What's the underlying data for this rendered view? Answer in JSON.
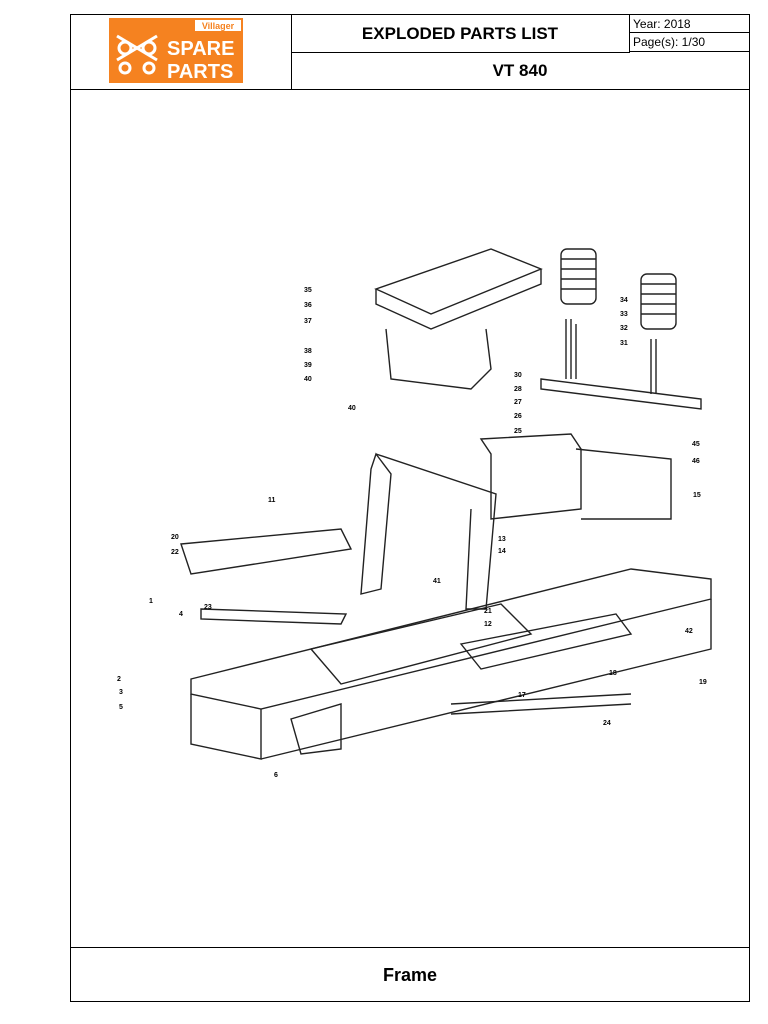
{
  "header": {
    "logo": {
      "brand_small": "Villager",
      "line1": "SPARE",
      "line2": "PARTS",
      "color": "#f58220"
    },
    "title": "EXPLODED PARTS LIST",
    "year_label": "Year:  2018",
    "pages_label": "Page(s): 1/30",
    "model": "VT 840"
  },
  "diagram": {
    "callouts": [
      "1",
      "2",
      "3",
      "4",
      "5",
      "6",
      "11",
      "12",
      "13",
      "14",
      "15",
      "17",
      "18",
      "19",
      "20",
      "21",
      "22",
      "23",
      "24",
      "25",
      "26",
      "27",
      "28",
      "30",
      "31",
      "32",
      "33",
      "34",
      "35",
      "36",
      "37",
      "38",
      "39",
      "40",
      "40",
      "41",
      "42",
      "45",
      "46"
    ]
  },
  "footer": {
    "caption": "Frame"
  }
}
